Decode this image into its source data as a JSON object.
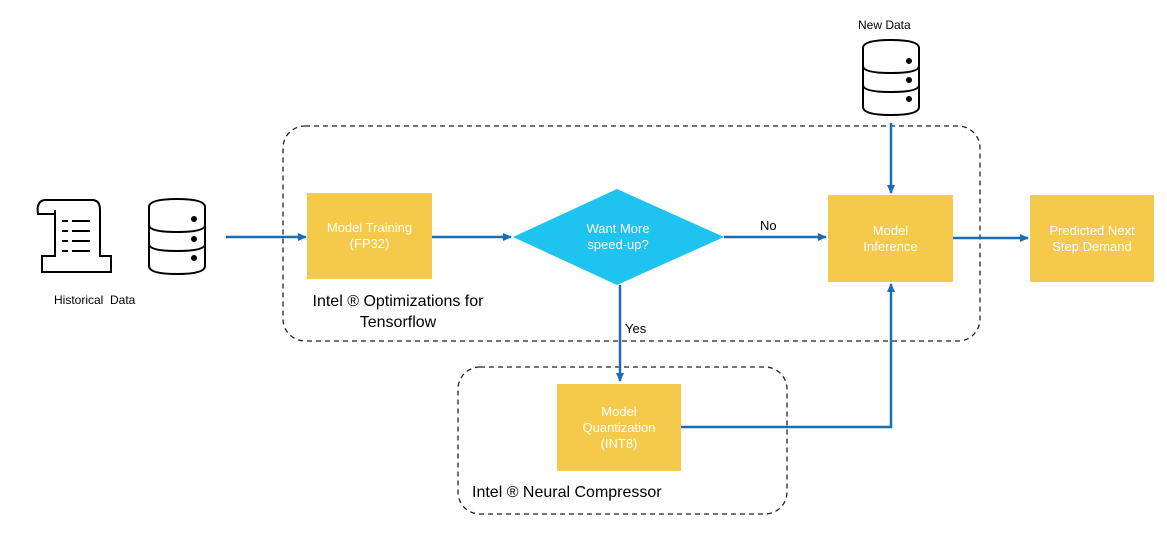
{
  "sources": {
    "historical_label": "Historical  Data",
    "new_data_label": "New Data"
  },
  "groups": {
    "tensorflow_label": "Intel ® Optimizations for\nTensorflow",
    "compressor_label": "Intel ® Neural Compressor"
  },
  "nodes": {
    "training": "Model Training\n(FP32)",
    "decision": "Want More\nspeed-up?",
    "inference": "Model\nInference",
    "quantization": "Model\nQuantization\n(INT8)",
    "predicted": "Predicted Next\nStep Demand"
  },
  "edges": {
    "no_label": "No",
    "yes_label": "Yes"
  },
  "colors": {
    "box_fill": "#f5c94a",
    "diamond_fill": "#1fc3ef",
    "arrow": "#1b6db3",
    "dashed_border": "#222222"
  }
}
